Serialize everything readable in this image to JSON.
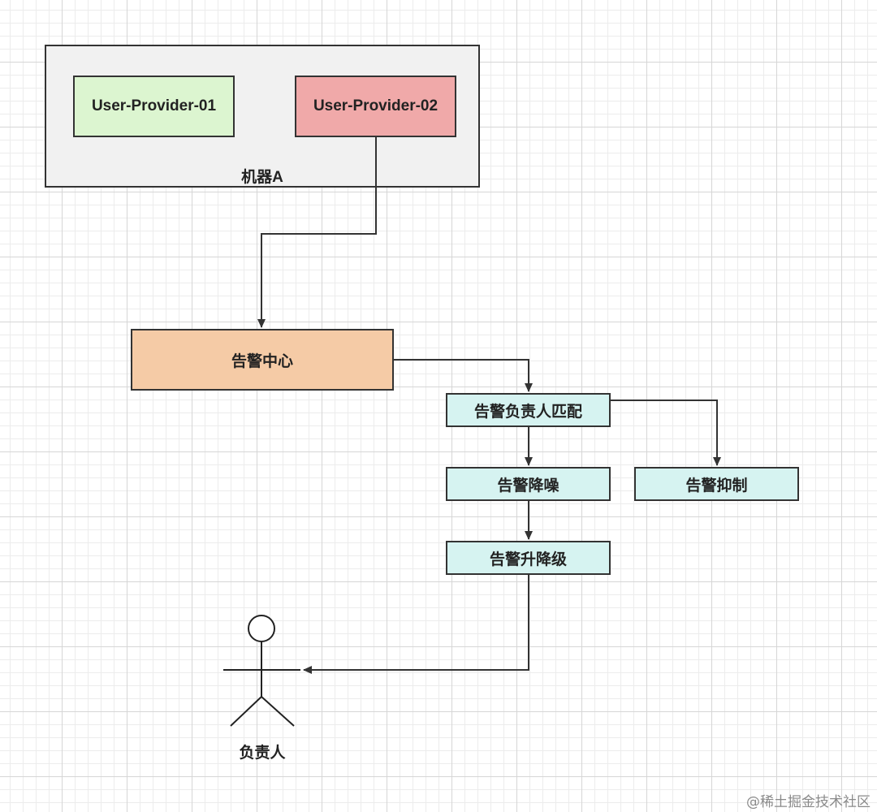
{
  "nodes": {
    "machine_a": "机器A",
    "provider_01": "User-Provider-01",
    "provider_02": "User-Provider-02",
    "alert_center": "告警中心",
    "owner_match": "告警负责人匹配",
    "noise_reduce": "告警降噪",
    "suppress": "告警抑制",
    "escalate": "告警升降级",
    "owner": "负责人"
  },
  "colors": {
    "machine_fill": "#f1f1f1",
    "provider_01_fill": "#dcf5d0",
    "provider_02_fill": "#f0a9a9",
    "alert_center_fill": "#f5cba6",
    "step_fill": "#d6f3f1",
    "stroke": "#333333"
  },
  "edges": [
    {
      "from": "provider_02",
      "to": "alert_center"
    },
    {
      "from": "alert_center",
      "to": "owner_match"
    },
    {
      "from": "owner_match",
      "to": "noise_reduce"
    },
    {
      "from": "owner_match",
      "to": "suppress"
    },
    {
      "from": "noise_reduce",
      "to": "escalate"
    },
    {
      "from": "escalate",
      "to": "owner"
    }
  ],
  "watermark": "@稀土掘金技术社区"
}
